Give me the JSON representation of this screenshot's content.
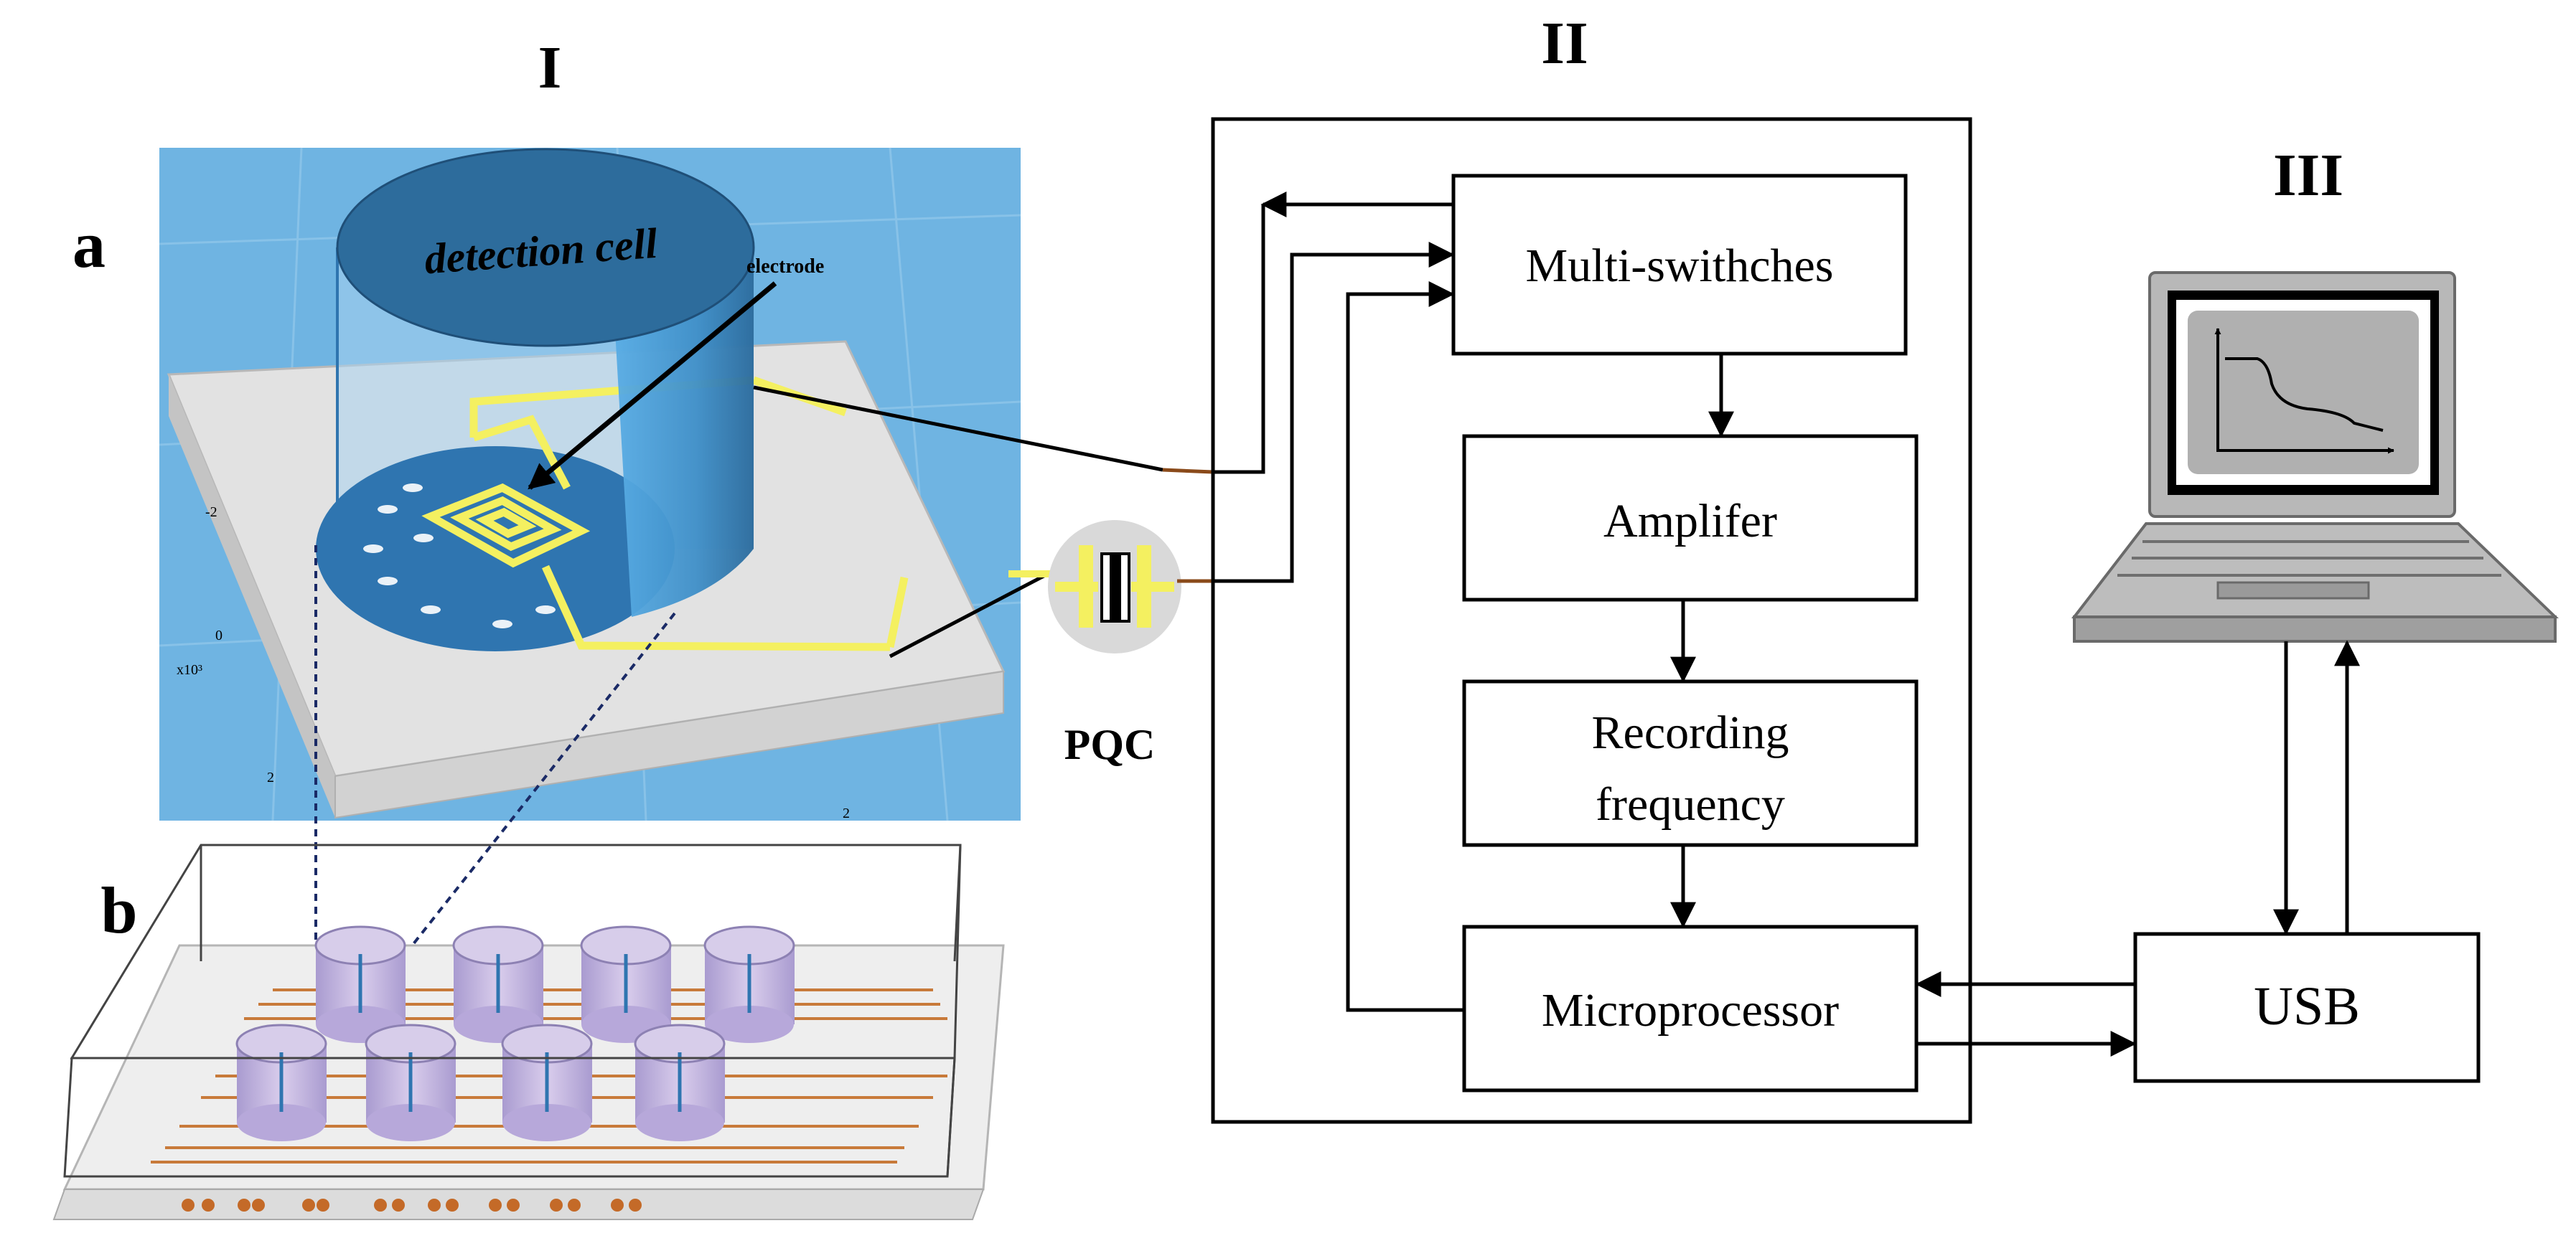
{
  "section_labels": {
    "one": "I",
    "two": "II",
    "three": "III"
  },
  "panel_labels": {
    "a": "a",
    "b": "b"
  },
  "device": {
    "cell_label": "detection cell",
    "electrode_label": "electrode",
    "crystal_label": "PQC",
    "axis_ticks": [
      "-2",
      "0",
      "x10³",
      "2",
      "2"
    ]
  },
  "blocks": {
    "switches": "Multi-swithches",
    "amplifier": "Amplifer",
    "recording_line1": "Recording",
    "recording_line2": "frequency",
    "microprocessor": "Microprocessor",
    "usb": "USB"
  },
  "colors": {
    "render_background": "#6fb4e2",
    "cell_body": "#3f8fc8",
    "cell_top": "#2d6c9c",
    "electrode_gold": "#f4f060",
    "trace_copper": "#c87a3a",
    "well_purple": "#c7b8e0",
    "laptop_gray": "#b8b8b8"
  },
  "icons": [
    "laptop-icon",
    "crystal-icon",
    "chart-icon"
  ]
}
